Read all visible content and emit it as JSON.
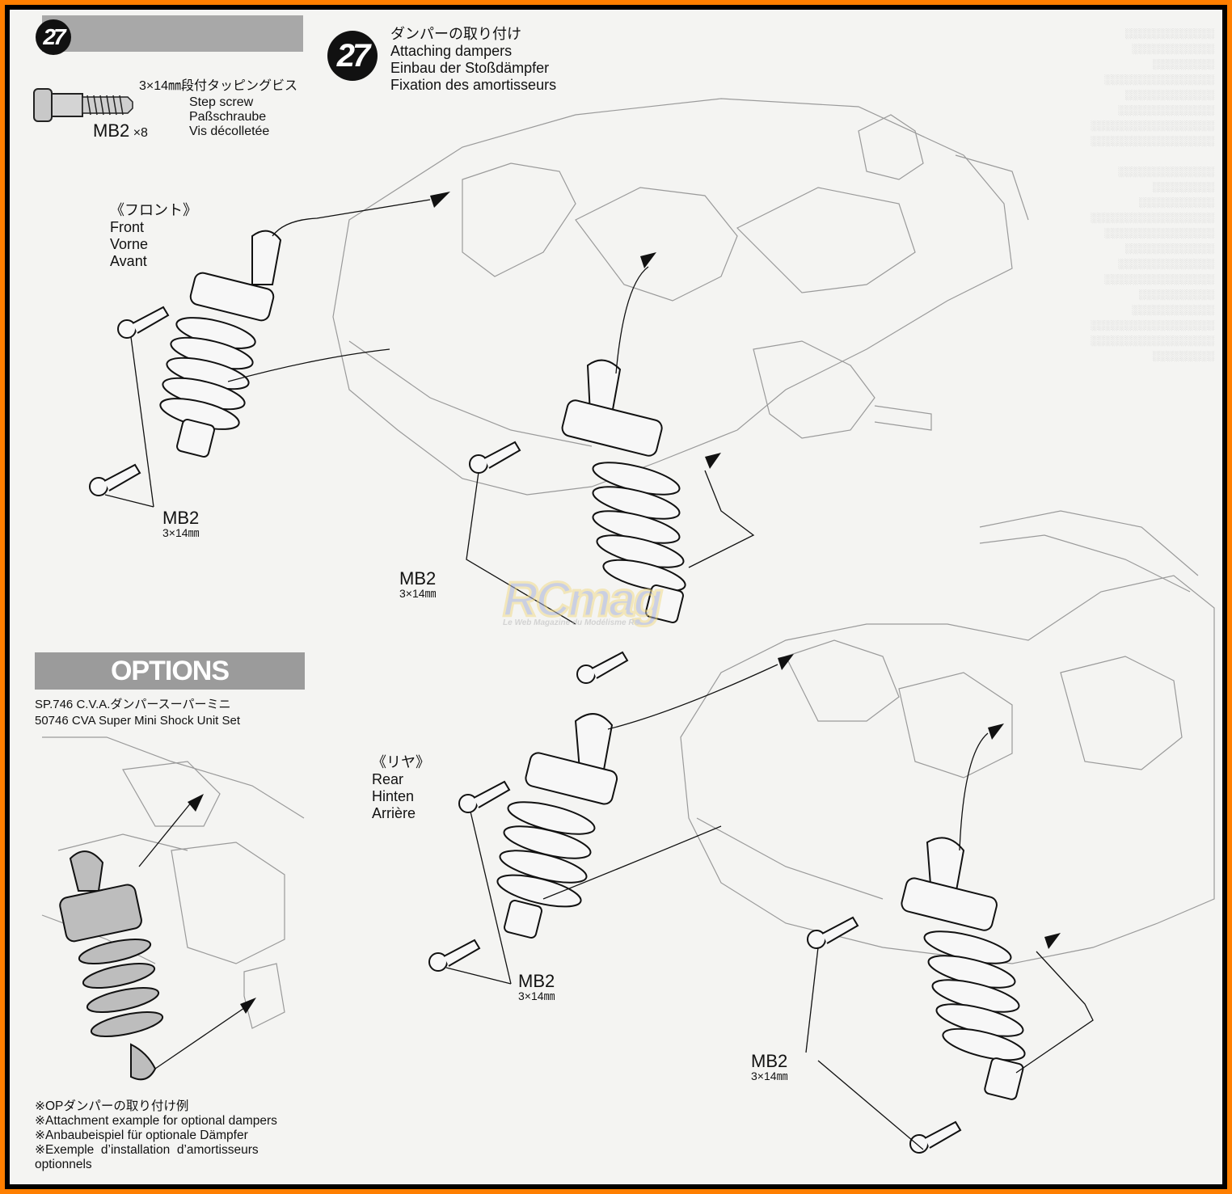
{
  "step": {
    "number": "27",
    "title_jp": "ダンパーの取り付け",
    "title_en": "Attaching dampers",
    "title_de": "Einbau der Stoßdämpfer",
    "title_fr": "Fixation des amortisseurs"
  },
  "parts_bag": {
    "part_code": "MB2",
    "quantity": "×8",
    "name_jp": "3×14㎜段付タッピングビス",
    "name_en": "Step screw",
    "name_de": "Paßschraube",
    "name_fr": "Vis décolletée"
  },
  "front": {
    "label_jp": "《フロント》",
    "label_en": "Front",
    "label_de": "Vorne",
    "label_fr": "Avant",
    "screw_code": "MB2",
    "screw_size": "3×14㎜"
  },
  "middle_callout": {
    "screw_code": "MB2",
    "screw_size": "3×14㎜"
  },
  "rear": {
    "label_jp": "《リヤ》",
    "label_en": "Rear",
    "label_de": "Hinten",
    "label_fr": "Arrière",
    "left_screw_code": "MB2",
    "left_screw_size": "3×14㎜",
    "right_screw_code": "MB2",
    "right_screw_size": "3×14㎜"
  },
  "options": {
    "title": "OPTIONS",
    "item_jp": "SP.746 C.V.A.ダンパースーパーミニ",
    "item_en": "50746 CVA Super Mini Shock Unit Set",
    "note_jp": "※OPダンパーの取り付け例",
    "note_en": "※Attachment example for optional dampers",
    "note_de": "※Anbaubeispiel für optionale Dämpfer",
    "note_fr": "※Exemple  d’installation  d’amortisseurs optionnels"
  },
  "watermark": {
    "brand": "RCmag",
    "tagline": "Le Web Magazine du Modélisme RC"
  },
  "colors": {
    "border_outer": "#ff7f00",
    "border_inner": "#000000",
    "paper": "#f4f4f2",
    "header_bar": "#a8a8a8"
  }
}
